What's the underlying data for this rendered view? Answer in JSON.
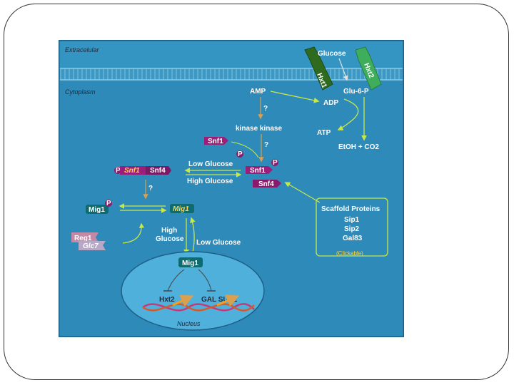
{
  "regions": {
    "extracellular": "Extracelular",
    "cytoplasm": "Cytoplasm",
    "nucleus": "Nucleus"
  },
  "transporters": {
    "hxt1": "Hxt1",
    "hxt2": "Hxt2"
  },
  "metabolites": {
    "glucose": "Glucose",
    "glu6p": "Glu-6-P",
    "amp": "AMP",
    "adp": "ADP",
    "atp": "ATP",
    "etoh": "EtOH + CO2"
  },
  "proteins": {
    "kinase_kinase": "kinase kinase",
    "snf1": "Snf1",
    "snf4": "Snf4",
    "mig1": "Mig1",
    "reg1": "Reg1",
    "glc7": "Glc7",
    "phospho": "P"
  },
  "conditions": {
    "low_glucose": "Low Glucose",
    "high_glucose": "High Glucose",
    "high_glucose_line1": "High",
    "high_glucose_line2": "Glucose"
  },
  "unknown_marks": [
    "?",
    "?",
    "?"
  ],
  "scaffold": {
    "title": "Scaffold Proteins",
    "items": [
      "Sip1",
      "Sip2",
      "Gal83"
    ],
    "link": "(Clickable)"
  },
  "genes": {
    "hxt2": "Hxt2",
    "gal_suc2": "GAL SUC2"
  },
  "colors": {
    "panel_bg": "#2e8ab8",
    "membrane": "#3d98c4",
    "nucleus": "#4fb0dc",
    "snf1": "#9b1f7a",
    "snf4": "#8a1a6c",
    "mig1": "#0f6b6e",
    "arrow": "#c8e84a",
    "accent_link": "#ffd54a"
  }
}
